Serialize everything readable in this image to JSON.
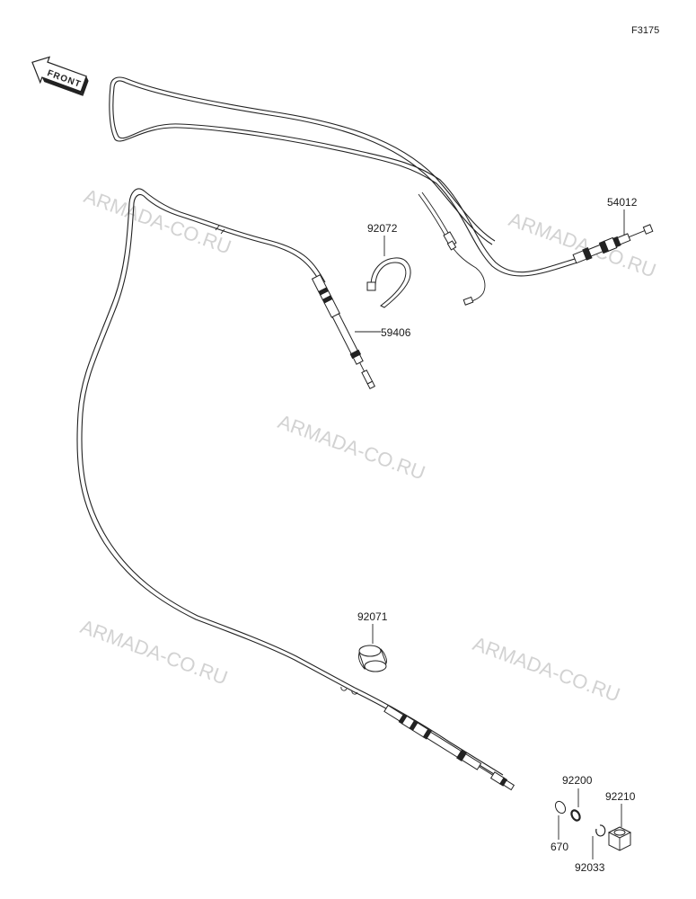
{
  "figure_code": "F3175",
  "front_label": "FRONT",
  "watermark_text": "ARMADA-CO.RU",
  "parts": {
    "p54012": "54012",
    "p92072": "92072",
    "p59406": "59406",
    "p92071": "92071",
    "p92200": "92200",
    "p92210": "92210",
    "p670": "670",
    "p92033": "92033"
  }
}
